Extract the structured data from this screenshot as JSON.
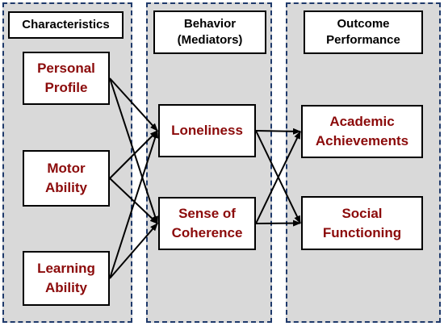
{
  "columns": [
    {
      "id": "characteristics",
      "header": "Characteristics"
    },
    {
      "id": "behavior",
      "header": "Behavior\n(Mediators)"
    },
    {
      "id": "outcome",
      "header": "Outcome\nPerformance"
    }
  ],
  "nodes": {
    "personal_profile": "Personal\nProfile",
    "motor_ability": "Motor\nAbility",
    "learning_ability": "Learning\nAbility",
    "loneliness": "Loneliness",
    "sense_of_coherence": "Sense of\nCoherence",
    "academic_achievements": "Academic\nAchievements",
    "social_functioning": "Social\nFunctioning"
  },
  "edges": [
    [
      "personal_profile",
      "loneliness"
    ],
    [
      "personal_profile",
      "sense_of_coherence"
    ],
    [
      "motor_ability",
      "loneliness"
    ],
    [
      "motor_ability",
      "sense_of_coherence"
    ],
    [
      "learning_ability",
      "loneliness"
    ],
    [
      "learning_ability",
      "sense_of_coherence"
    ],
    [
      "loneliness",
      "academic_achievements"
    ],
    [
      "loneliness",
      "social_functioning"
    ],
    [
      "sense_of_coherence",
      "academic_achievements"
    ],
    [
      "sense_of_coherence",
      "social_functioning"
    ]
  ],
  "colors": {
    "panel": "#d9d9d9",
    "panel_border": "#1f3a6b",
    "node_text": "#8b0a0a",
    "arrow": "#000000"
  }
}
